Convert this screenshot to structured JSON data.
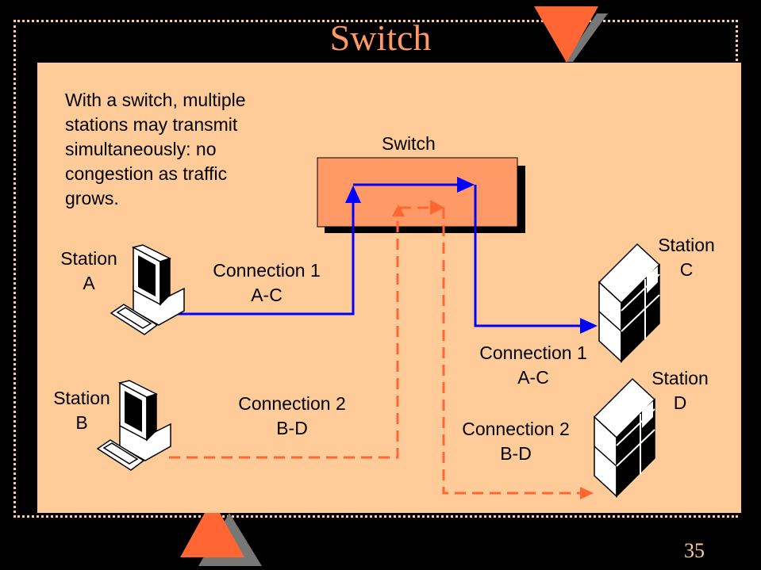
{
  "slide": {
    "title": "Switch",
    "page_number": "35",
    "colors": {
      "background": "#000000",
      "panel": "#ffcc99",
      "title": "#ff9966",
      "accent_triangle": "#ff6633",
      "switch_box": "#ff9966",
      "connection1": "#0000ff",
      "connection2": "#ff6633"
    }
  },
  "description": {
    "lines": [
      "With a switch, multiple",
      "stations may transmit",
      "simultaneously:  no",
      "congestion as traffic",
      "grows."
    ]
  },
  "switch": {
    "label": "Switch"
  },
  "stations": {
    "a": {
      "line1": "Station",
      "line2": "A",
      "icon": "desktop-computer-icon"
    },
    "b": {
      "line1": "Station",
      "line2": "B",
      "icon": "desktop-computer-icon"
    },
    "c": {
      "line1": "Station",
      "line2": "C",
      "icon": "server-tower-icon"
    },
    "d": {
      "line1": "Station",
      "line2": "D",
      "icon": "server-tower-icon"
    }
  },
  "connections": {
    "c1_left": {
      "line1": "Connection 1",
      "line2": "A-C"
    },
    "c1_right": {
      "line1": "Connection 1",
      "line2": "A-C"
    },
    "c2_left": {
      "line1": "Connection 2",
      "line2": "B-D"
    },
    "c2_right": {
      "line1": "Connection 2",
      "line2": "B-D"
    }
  }
}
